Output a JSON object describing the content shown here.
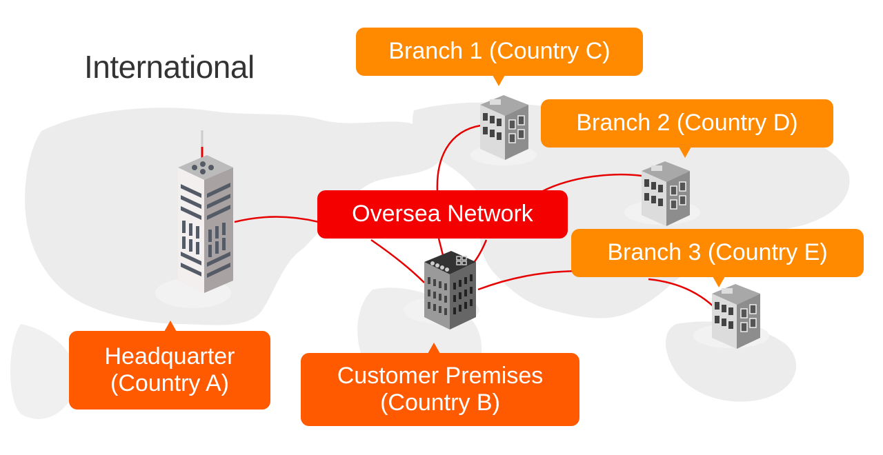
{
  "title": "International",
  "colors": {
    "branch_label": "#ff8a00",
    "site_label": "#ff5a00",
    "network_label": "#f50000",
    "link": "#e60000",
    "map": "#ececec",
    "title_text": "#333333"
  },
  "network": {
    "label": "Oversea Network"
  },
  "sites": {
    "headquarter": {
      "line1": "Headquarter",
      "line2": "(Country A)"
    },
    "customer": {
      "line1": "Customer Premises",
      "line2": "(Country B)"
    },
    "branch1": {
      "label": "Branch 1 (Country C)"
    },
    "branch2": {
      "label": "Branch 2 (Country D)"
    },
    "branch3": {
      "label": "Branch 3 (Country E)"
    }
  }
}
